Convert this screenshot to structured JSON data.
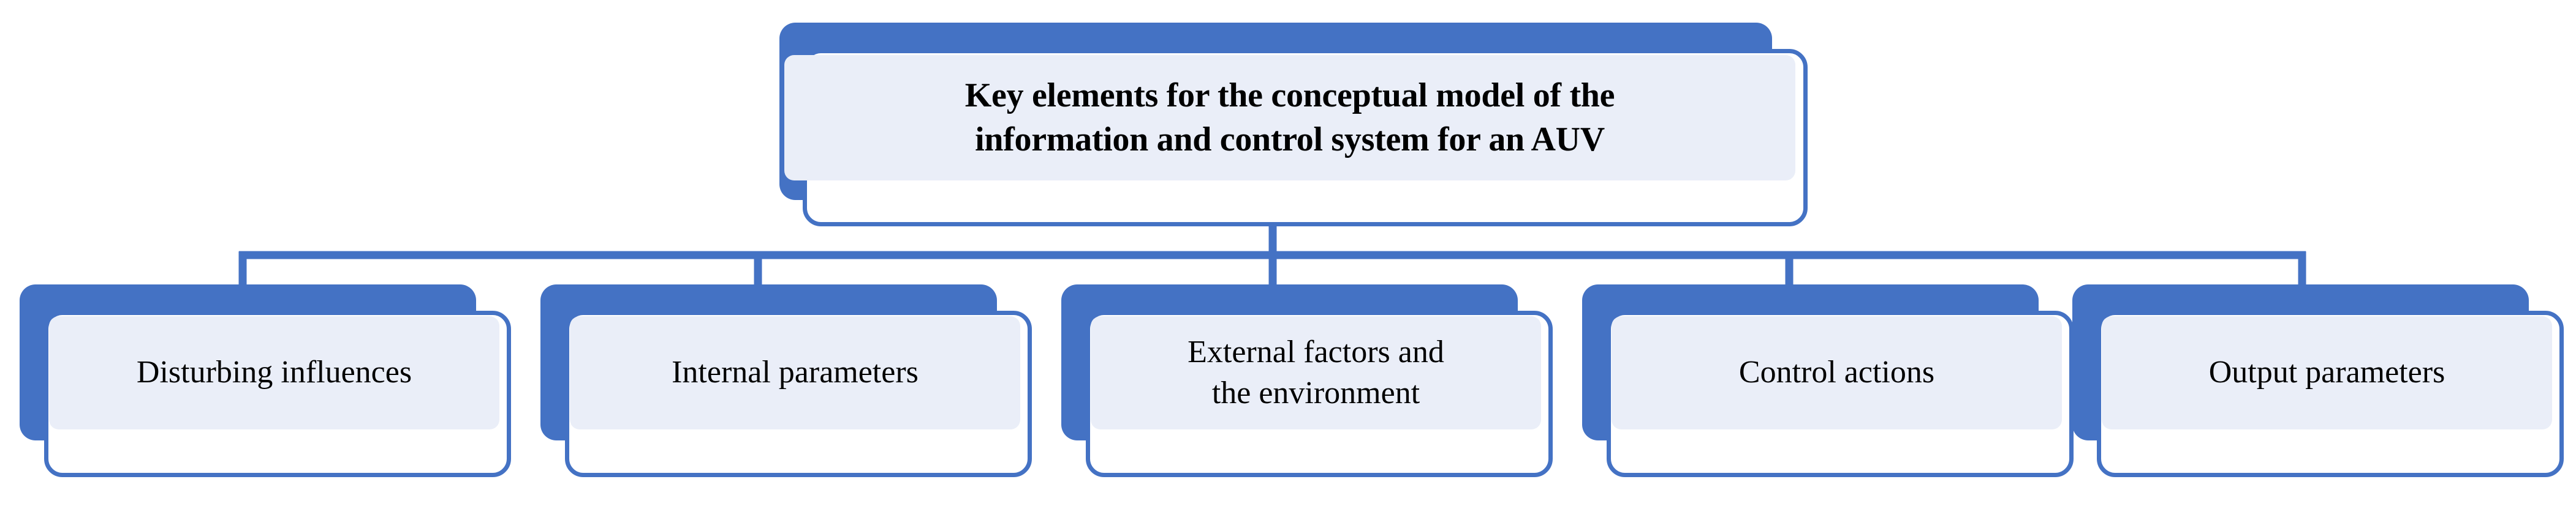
{
  "diagram": {
    "type": "hierarchy-tree",
    "orientation": "top-down",
    "root": {
      "label": "Key elements for the conceptual model of the\ninformation and control system for an AUV",
      "bold": true
    },
    "children": [
      {
        "label": "Disturbing influences"
      },
      {
        "label": "Internal parameters"
      },
      {
        "label": "External factors and\nthe environment"
      },
      {
        "label": "Control actions"
      },
      {
        "label": "Output parameters"
      }
    ],
    "colors": {
      "accent_blue": "#4472c4",
      "card_fill": "#ffffff",
      "inner_fill": "#eaeef8",
      "text": "#000000",
      "background": "#ffffff"
    }
  }
}
